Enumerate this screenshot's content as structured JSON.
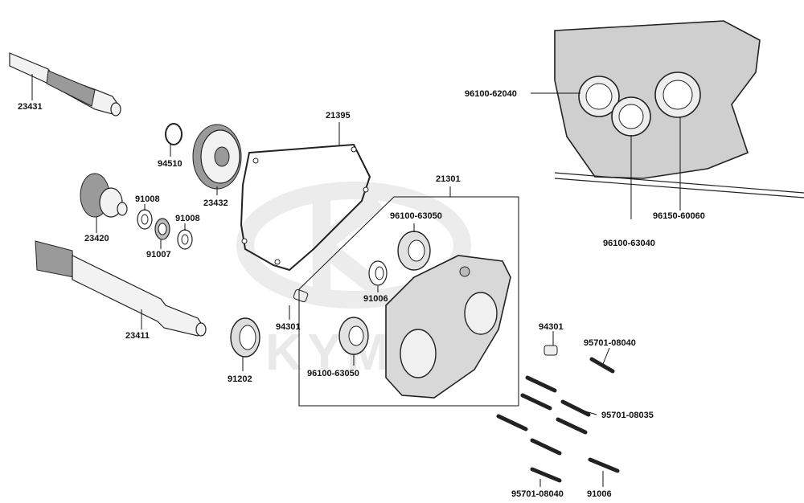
{
  "watermark": {
    "brand": "KYMCO"
  },
  "labels": [
    "23431",
    "94510",
    "23432",
    "91008",
    "23420",
    "91007",
    "91008",
    "21395",
    "21301",
    "96100-63050",
    "91006",
    "23411",
    "94301",
    "96100-63050",
    "91202",
    "96100-62040",
    "96150-60060",
    "96100-63040",
    "94301",
    "95701-08040",
    "95701-08035",
    "95701-08040",
    "91006"
  ]
}
